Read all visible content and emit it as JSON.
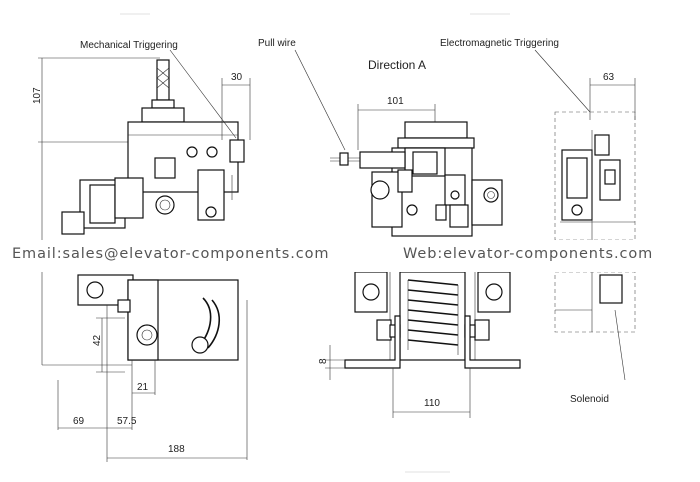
{
  "labels": {
    "mechanical_triggering": "Mechanical Triggering",
    "pull_wire": "Pull wire",
    "direction_a": "Direction A",
    "electromagnetic_triggering": "Electromagnetic Triggering",
    "solenoid": "Solenoid"
  },
  "dimensions": {
    "d107": "107",
    "d30": "30",
    "d101": "101",
    "d63": "63",
    "d42": "42",
    "d21": "21",
    "d69": "69",
    "d57_5": "57.5",
    "d188": "188",
    "d8": "8",
    "d110": "110"
  },
  "watermark": {
    "email": "Email:sales@elevator-components.com",
    "web": "Web:elevator-components.com"
  }
}
